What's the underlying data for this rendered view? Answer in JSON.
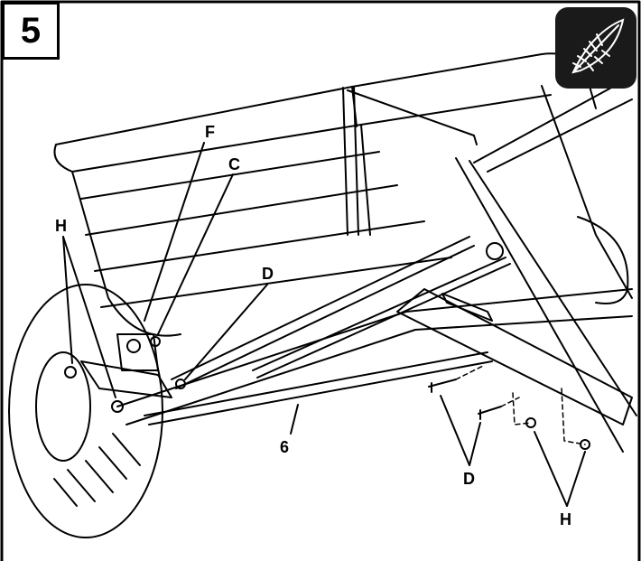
{
  "figure": {
    "step_number": "5",
    "callouts": {
      "F": "F",
      "C": "C",
      "D_top": "D",
      "H_left": "H",
      "six": "6",
      "D_bottom": "D",
      "H_bottom": "H"
    },
    "badge_icon": "feather-icon",
    "colors": {
      "ink": "#000000",
      "paper": "#ffffff",
      "badge": "#1a1a1a"
    }
  }
}
